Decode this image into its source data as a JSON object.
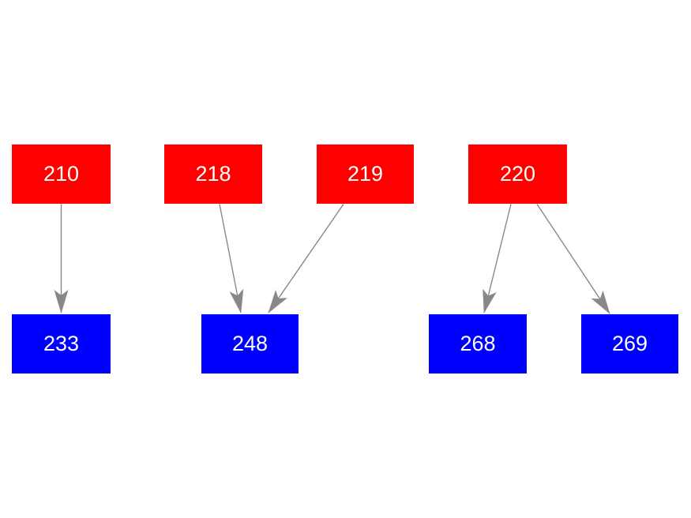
{
  "diagram": {
    "title": "",
    "type": "directed-graph",
    "background": "#ffffff",
    "colors": {
      "source_node": "#ff0000",
      "target_node": "#0000ff",
      "node_text": "#ffffff",
      "edge": "#888888"
    },
    "nodes": [
      {
        "id": "210",
        "label": "210",
        "role": "source"
      },
      {
        "id": "218",
        "label": "218",
        "role": "source"
      },
      {
        "id": "219",
        "label": "219",
        "role": "source"
      },
      {
        "id": "220",
        "label": "220",
        "role": "source"
      },
      {
        "id": "233",
        "label": "233",
        "role": "target"
      },
      {
        "id": "248",
        "label": "248",
        "role": "target"
      },
      {
        "id": "268",
        "label": "268",
        "role": "target"
      },
      {
        "id": "269",
        "label": "269",
        "role": "target"
      }
    ],
    "edges": [
      {
        "from": "210",
        "to": "233"
      },
      {
        "from": "218",
        "to": "248"
      },
      {
        "from": "219",
        "to": "248"
      },
      {
        "from": "220",
        "to": "268"
      },
      {
        "from": "220",
        "to": "269"
      }
    ]
  }
}
